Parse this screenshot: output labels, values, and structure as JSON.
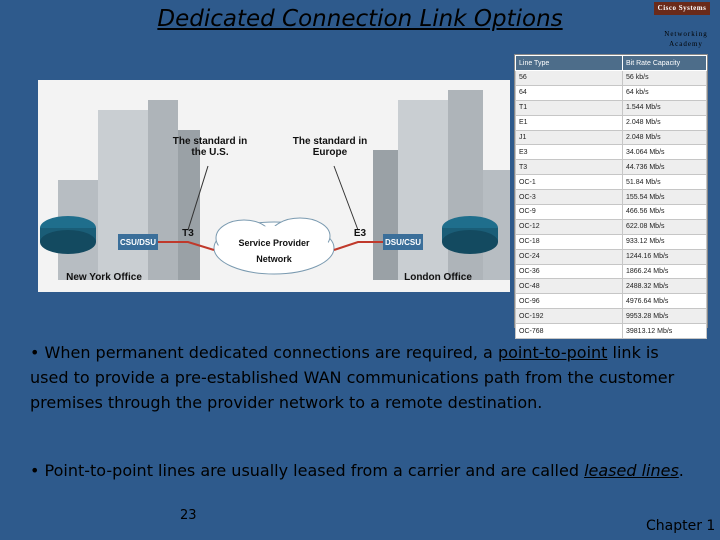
{
  "title": "Dedicated Connection Link Options",
  "logo": {
    "brand": "Cisco Systems",
    "line1": "Networking",
    "line2": "Academy"
  },
  "diagram": {
    "label_us": "The standard in the U.S.",
    "label_europe": "The standard in Europe",
    "t3": "T3",
    "e3": "E3",
    "csu_left": "CSU/DSU",
    "csu_right": "DSU/CSU",
    "cloud_line1": "Service Provider",
    "cloud_line2": "Network",
    "office_left": "New York Office",
    "office_right": "London Office"
  },
  "table": {
    "headers": [
      "Line Type",
      "Bit Rate Capacity"
    ],
    "rows": [
      [
        "56",
        "56 kb/s"
      ],
      [
        "64",
        "64 kb/s"
      ],
      [
        "T1",
        "1.544 Mb/s"
      ],
      [
        "E1",
        "2.048 Mb/s"
      ],
      [
        "J1",
        "2.048 Mb/s"
      ],
      [
        "E3",
        "34.064 Mb/s"
      ],
      [
        "T3",
        "44.736 Mb/s"
      ],
      [
        "OC-1",
        "51.84 Mb/s"
      ],
      [
        "OC-3",
        "155.54 Mb/s"
      ],
      [
        "OC-9",
        "466.56 Mb/s"
      ],
      [
        "OC-12",
        "622.08 Mb/s"
      ],
      [
        "OC-18",
        "933.12 Mb/s"
      ],
      [
        "OC-24",
        "1244.16 Mb/s"
      ],
      [
        "OC-36",
        "1866.24 Mb/s"
      ],
      [
        "OC-48",
        "2488.32 Mb/s"
      ],
      [
        "OC-96",
        "4976.64 Mb/s"
      ],
      [
        "OC-192",
        "9953.28 Mb/s"
      ],
      [
        "OC-768",
        "39813.12 Mb/s"
      ]
    ]
  },
  "paragraph1": {
    "pre": "• When permanent dedicated connections are required, a ",
    "link": "point-to-point",
    "post": " link is used to provide a pre-established WAN communications path from the customer premises through the provider network to a remote destination."
  },
  "paragraph2": {
    "pre": "• Point-to-point lines are usually leased from a carrier and are called ",
    "link": "leased lines",
    "post": "."
  },
  "page_number": "23",
  "chapter": "Chapter 1"
}
